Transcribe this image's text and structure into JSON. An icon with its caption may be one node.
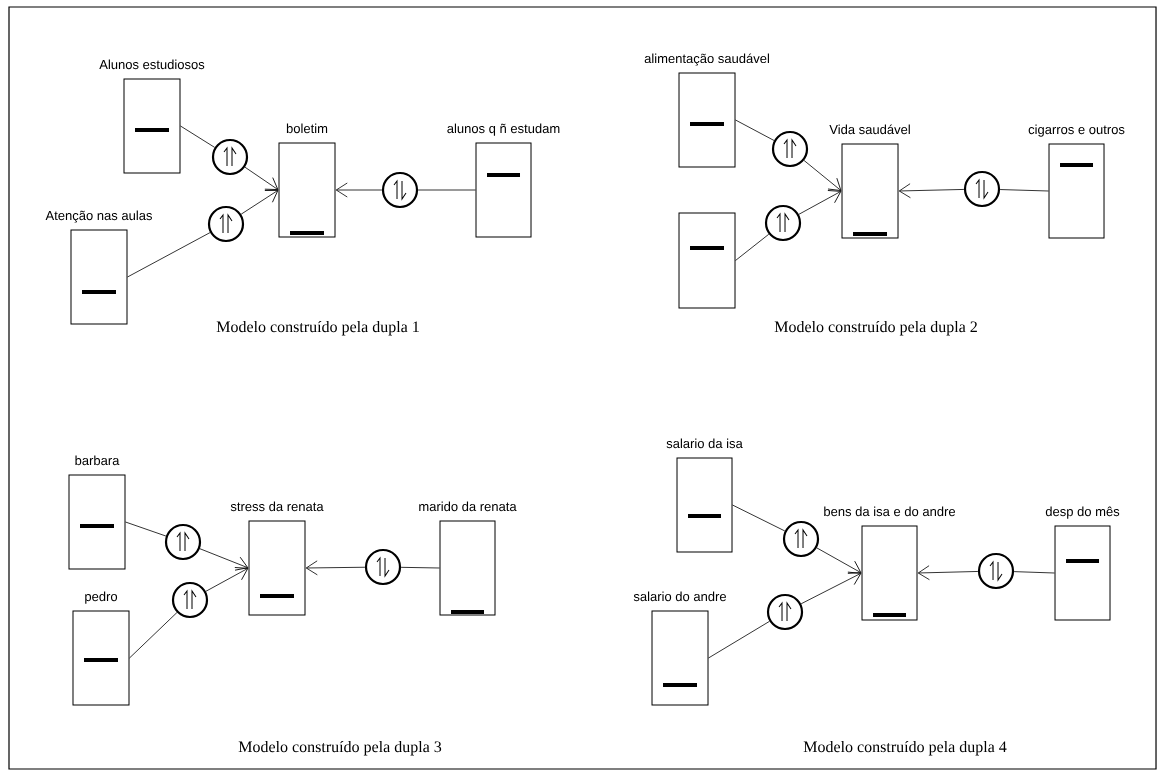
{
  "diagram": {
    "nodes": [
      {
        "text": [
          "Alunos estudiosos"
        ]
      },
      {
        "text": [
          "boletim"
        ]
      },
      {
        "text": [
          "alunos q ñ estudam"
        ]
      },
      {
        "text": [
          "Atenção nas aulas"
        ]
      },
      {
        "text": [],
        "shape": "circle"
      },
      {
        "text": [],
        "shape": "circle"
      },
      {
        "text": [],
        "shape": "circle"
      },
      {
        "text": [
          "alimentação saudável"
        ]
      },
      {
        "text": [
          "Vida saudável"
        ]
      },
      {
        "text": [
          "cigarros e outros"
        ]
      },
      {
        "text": [],
        "shape": "box"
      },
      {
        "text": [],
        "shape": "circle"
      },
      {
        "text": [],
        "shape": "circle"
      },
      {
        "text": [],
        "shape": "circle"
      },
      {
        "text": [
          "barbara"
        ]
      },
      {
        "text": [
          "stress da renata"
        ]
      },
      {
        "text": [
          "marido da renata"
        ]
      },
      {
        "text": [
          "pedro"
        ]
      },
      {
        "text": [],
        "shape": "circle"
      },
      {
        "text": [],
        "shape": "circle"
      },
      {
        "text": [],
        "shape": "circle"
      },
      {
        "text": [
          "salario da isa"
        ]
      },
      {
        "text": [
          "bens da isa e do andre"
        ]
      },
      {
        "text": [
          "desp do mês"
        ]
      },
      {
        "text": [
          "salario do andre"
        ]
      },
      {
        "text": [],
        "shape": "circle"
      },
      {
        "text": [],
        "shape": "circle"
      },
      {
        "text": [],
        "shape": "circle"
      }
    ],
    "edges": [
      {
        "from": 0,
        "to": 4,
        "arrow": "none"
      },
      {
        "from": 4,
        "to": 1,
        "arrow": "to"
      },
      {
        "from": 3,
        "to": 5,
        "arrow": "none"
      },
      {
        "from": 5,
        "to": 1,
        "arrow": "to"
      },
      {
        "from": 2,
        "to": 6,
        "arrow": "none"
      },
      {
        "from": 6,
        "to": 1,
        "arrow": "to"
      },
      {
        "from": 7,
        "to": 11,
        "arrow": "none"
      },
      {
        "from": 11,
        "to": 8,
        "arrow": "to"
      },
      {
        "from": 10,
        "to": 12,
        "arrow": "none"
      },
      {
        "from": 12,
        "to": 8,
        "arrow": "to"
      },
      {
        "from": 9,
        "to": 13,
        "arrow": "none"
      },
      {
        "from": 13,
        "to": 8,
        "arrow": "to"
      },
      {
        "from": 14,
        "to": 18,
        "arrow": "none"
      },
      {
        "from": 18,
        "to": 15,
        "arrow": "to"
      },
      {
        "from": 17,
        "to": 19,
        "arrow": "none"
      },
      {
        "from": 19,
        "to": 15,
        "arrow": "to"
      },
      {
        "from": 16,
        "to": 20,
        "arrow": "none"
      },
      {
        "from": 20,
        "to": 15,
        "arrow": "to"
      },
      {
        "from": 21,
        "to": 25,
        "arrow": "none"
      },
      {
        "from": 25,
        "to": 22,
        "arrow": "to"
      },
      {
        "from": 24,
        "to": 26,
        "arrow": "none"
      },
      {
        "from": 26,
        "to": 22,
        "arrow": "to"
      },
      {
        "from": 23,
        "to": 27,
        "arrow": "none"
      },
      {
        "from": 27,
        "to": 22,
        "arrow": "to"
      }
    ],
    "labels": [
      "Modelo construído pela dupla 1",
      "Modelo construído pela dupla 2",
      "Modelo construído pela dupla 3",
      "Modelo construído pela dupla 4"
    ]
  }
}
